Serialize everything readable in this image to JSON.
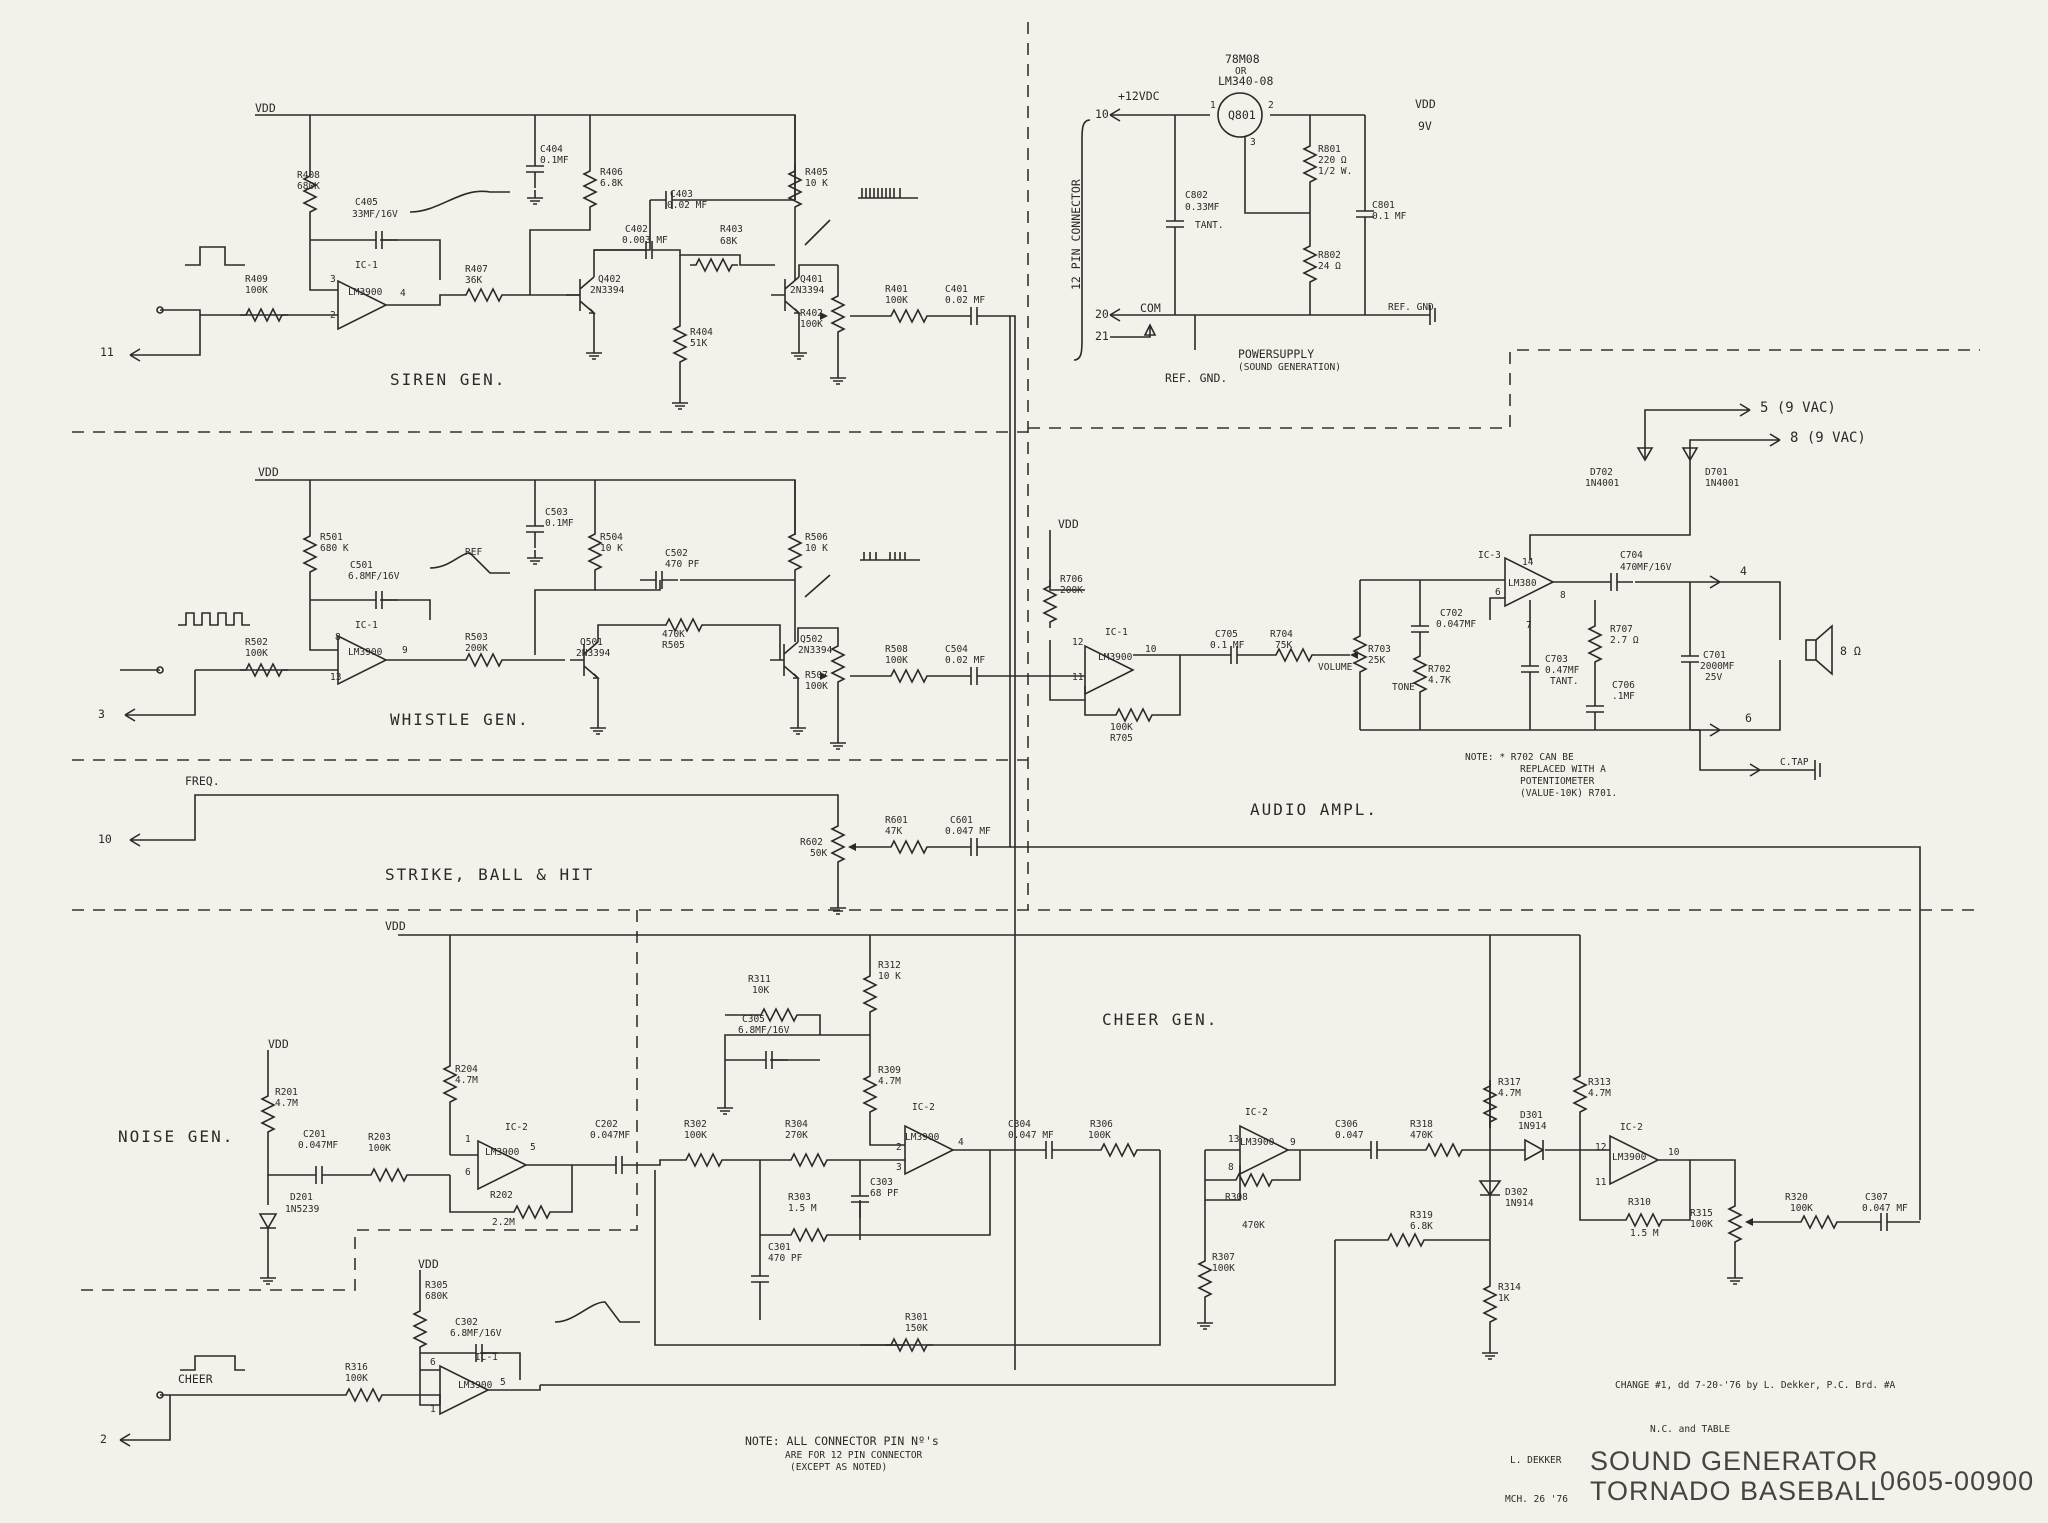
{
  "sections": {
    "siren": "SIREN GEN.",
    "whistle": "WHISTLE GEN.",
    "strike": "STRIKE, BALL & HIT",
    "cheer": "CHEER GEN.",
    "noise": "NOISE GEN.",
    "audio": "AUDIO AMPL.",
    "power": "POWERSUPPLY",
    "power_sub": "(SOUND GENERATION)"
  },
  "rails": {
    "vdd": "VDD",
    "vdd_9v": "9V",
    "plus12": "+12VDC",
    "com": "COM",
    "ref_gnd": "REF. GND.",
    "ref_gnd2": "REF. GND",
    "freq": "FREQ.",
    "cheer": "CHEER",
    "c_tap": "C.TAP",
    "pin_connector": "12 PIN CONNECTOR"
  },
  "pins": {
    "p11": "11",
    "p3": "3",
    "p10": "10",
    "p2": "2",
    "p10b": "10",
    "p20": "20",
    "p21": "21",
    "p5": "5 (9 VAC)",
    "p8": "8 (9 VAC)",
    "p4": "4",
    "p6": "6"
  },
  "siren": {
    "r408": "R408",
    "r408v": "680K",
    "c405": "C405",
    "c405v": "33MF/16V",
    "c404": "C404",
    "c404v": "0.1MF",
    "r406": "R406",
    "r406v": "6.8K",
    "c403": "C403",
    "c403v": "0.02 MF",
    "r405": "R405",
    "r405v": "10 K",
    "c402": "C402",
    "c402v": "0.003 MF",
    "r403": "R403",
    "r403v": "68K",
    "r409": "R409",
    "r409v": "100K",
    "ic": "IC-1",
    "icp": "LM3900",
    "r407": "R407",
    "r407v": "36K",
    "q402": "Q402",
    "q402v": "2N3394",
    "q401": "Q401",
    "q401v": "2N3394",
    "r404": "R404",
    "r404v": "51K",
    "r402": "R402",
    "r402v": "100K",
    "r401": "R401",
    "r401v": "100K",
    "c401": "C401",
    "c401v": "0.02 MF",
    "p3": "3",
    "p2": "2",
    "p4": "4"
  },
  "whistle": {
    "r501": "R501",
    "r501v": "680 K",
    "c501": "C501",
    "c501v": "6.8MF/16V",
    "c503": "C503",
    "c503v": "0.1MF",
    "r504": "R504",
    "r504v": "10 K",
    "c502": "C502",
    "c502v": "470 PF",
    "r506": "R506",
    "r506v": "10 K",
    "r502": "R502",
    "r502v": "100K",
    "ic": "IC-1",
    "icp": "LM3900",
    "r503": "R503",
    "r503v": "200K",
    "q501": "Q501",
    "q501v": "2N3394",
    "r505": "R505",
    "r505v": "470K",
    "q502": "Q502",
    "q502v": "2N3394",
    "r507": "R507",
    "r507v": "100K",
    "r508": "R508",
    "r508v": "100K",
    "c504": "C504",
    "c504v": "0.02 MF",
    "ref": "REF",
    "p8": "8",
    "p13": "13",
    "p9": "9"
  },
  "strike": {
    "r602": "R602",
    "r602v": "50K",
    "r601": "R601",
    "r601v": "47K",
    "c601": "C601",
    "c601v": "0.047 MF"
  },
  "power": {
    "reg": "78M08",
    "reg_or": "OR",
    "reg_alt": "LM340-08",
    "q801": "Q801",
    "c802": "C802",
    "c802v": "0.33MF",
    "c802t": "TANT.",
    "r801": "R801",
    "r801v": "220 Ω",
    "r801w": "1/2 W.",
    "c801": "C801",
    "c801v": "0.1 MF",
    "r802": "R802",
    "r802v": "24 Ω",
    "pin1": "1",
    "pin2": "2",
    "pin3": "3"
  },
  "audio": {
    "r706": "R706",
    "r706v": "200K",
    "ic": "IC-1",
    "icp": "LM3900",
    "c705": "C705",
    "c705v": "0.1 MF",
    "r704": "R704",
    "r704v": "75K",
    "r705": "R705",
    "r705v": "100K",
    "volume": "VOLUME",
    "r703": "R703",
    "r703v": "25K",
    "c702": "C702",
    "c702v": "0.047MF",
    "r702": "R702",
    "r702v": "4.7K",
    "tone": "TONE",
    "ic3": "IC-3",
    "lm380": "LM380",
    "c704": "C704",
    "c704v": "470MF/16V",
    "r707": "R707",
    "r707v": "2.7 Ω",
    "c703": "C703",
    "c703v": "0.47MF",
    "c703t": "TANT.",
    "c706": "C706",
    "c706v": ".1MF",
    "c701": "C701",
    "c701v": "2000MF",
    "c701w": "25V",
    "d702": "D702",
    "d702v": "1N4001",
    "d701": "D701",
    "d701v": "1N4001",
    "spk": "8 Ω",
    "p12": "12",
    "p11": "11",
    "p10": "10",
    "p14": "14",
    "p6": "6",
    "p7": "7",
    "p8": "8",
    "note": [
      "NOTE: * R702 CAN BE",
      "REPLACED WITH A",
      "POTENTIOMETER",
      "(VALUE-10K) R701."
    ]
  },
  "noise": {
    "r201": "R201",
    "r201v": "4.7M",
    "c201": "C201",
    "c201v": "0.047MF",
    "r203": "R203",
    "r203v": "100K",
    "d201": "D201",
    "d201v": "1N5239",
    "r204": "R204",
    "r204v": "4.7M",
    "ic": "IC-2",
    "icp": "LM3900",
    "r202": "R202",
    "r202v": "2.2M",
    "c202": "C202",
    "c202v": "0.047MF",
    "p1": "1",
    "p6": "6",
    "p5": "5"
  },
  "cheer": {
    "r311": "R311",
    "r311v": "10K",
    "c305": "C305",
    "c305v": "6.8MF/16V",
    "r312": "R312",
    "r312v": "10 K",
    "r309": "R309",
    "r309v": "4.7M",
    "r302": "R302",
    "r302v": "100K",
    "r304": "R304",
    "r304v": "270K",
    "ic2": "IC-2",
    "icp": "LM3900",
    "c303": "C303",
    "c303v": "68 PF",
    "r303": "R303",
    "r303v": "1.5 M",
    "c301": "C301",
    "c301v": "470 PF",
    "c304": "C304",
    "c304v": "0.047 MF",
    "r306": "R306",
    "r306v": "100K",
    "r301": "R301",
    "r301v": "150K",
    "r305": "R305",
    "r305v": "680K",
    "c302": "C302",
    "c302v": "6.8MF/16V",
    "ic1": "IC-1",
    "r316": "R316",
    "r316v": "100K",
    "r308": "R308",
    "r308v": "470K",
    "r307": "R307",
    "r307v": "100K",
    "c306": "C306",
    "c306v": "0.047",
    "r318": "R318",
    "r318v": "470K",
    "r317": "R317",
    "r317v": "4.7M",
    "r313": "R313",
    "r313v": "4.7M",
    "d301": "D301",
    "d301v": "1N914",
    "d302": "D302",
    "d302v": "1N914",
    "r319": "R319",
    "r319v": "6.8K",
    "r314": "R314",
    "r314v": "1K",
    "r310": "R310",
    "r310v": "1.5 M",
    "r315": "R315",
    "r315v": "100K",
    "r320": "R320",
    "r320v": "100K",
    "c307": "C307",
    "c307v": "0.047 MF",
    "p2": "2",
    "p3": "3",
    "p4": "4",
    "p8": "8",
    "p9": "9",
    "p10": "10",
    "p11": "11",
    "p12": "12",
    "p13": "13",
    "p5": "5",
    "p1": "1",
    "p6": "6"
  },
  "notes": {
    "pin_note1": "NOTE: ALL CONNECTOR PIN Nº's",
    "pin_note2": "ARE FOR 12 PIN CONNECTOR",
    "pin_note3": "(EXCEPT AS NOTED)",
    "change": "CHANGE #1, dd 7-20-'76 by L. Dekker, P.C. Brd. #A",
    "nc_table": "N.C. and TABLE",
    "author": "L. DEKKER",
    "date": "MCH. 26 '76",
    "title1": "SOUND GENERATOR",
    "title2": "TORNADO BASEBALL",
    "drawing_no": "0605-00900"
  }
}
